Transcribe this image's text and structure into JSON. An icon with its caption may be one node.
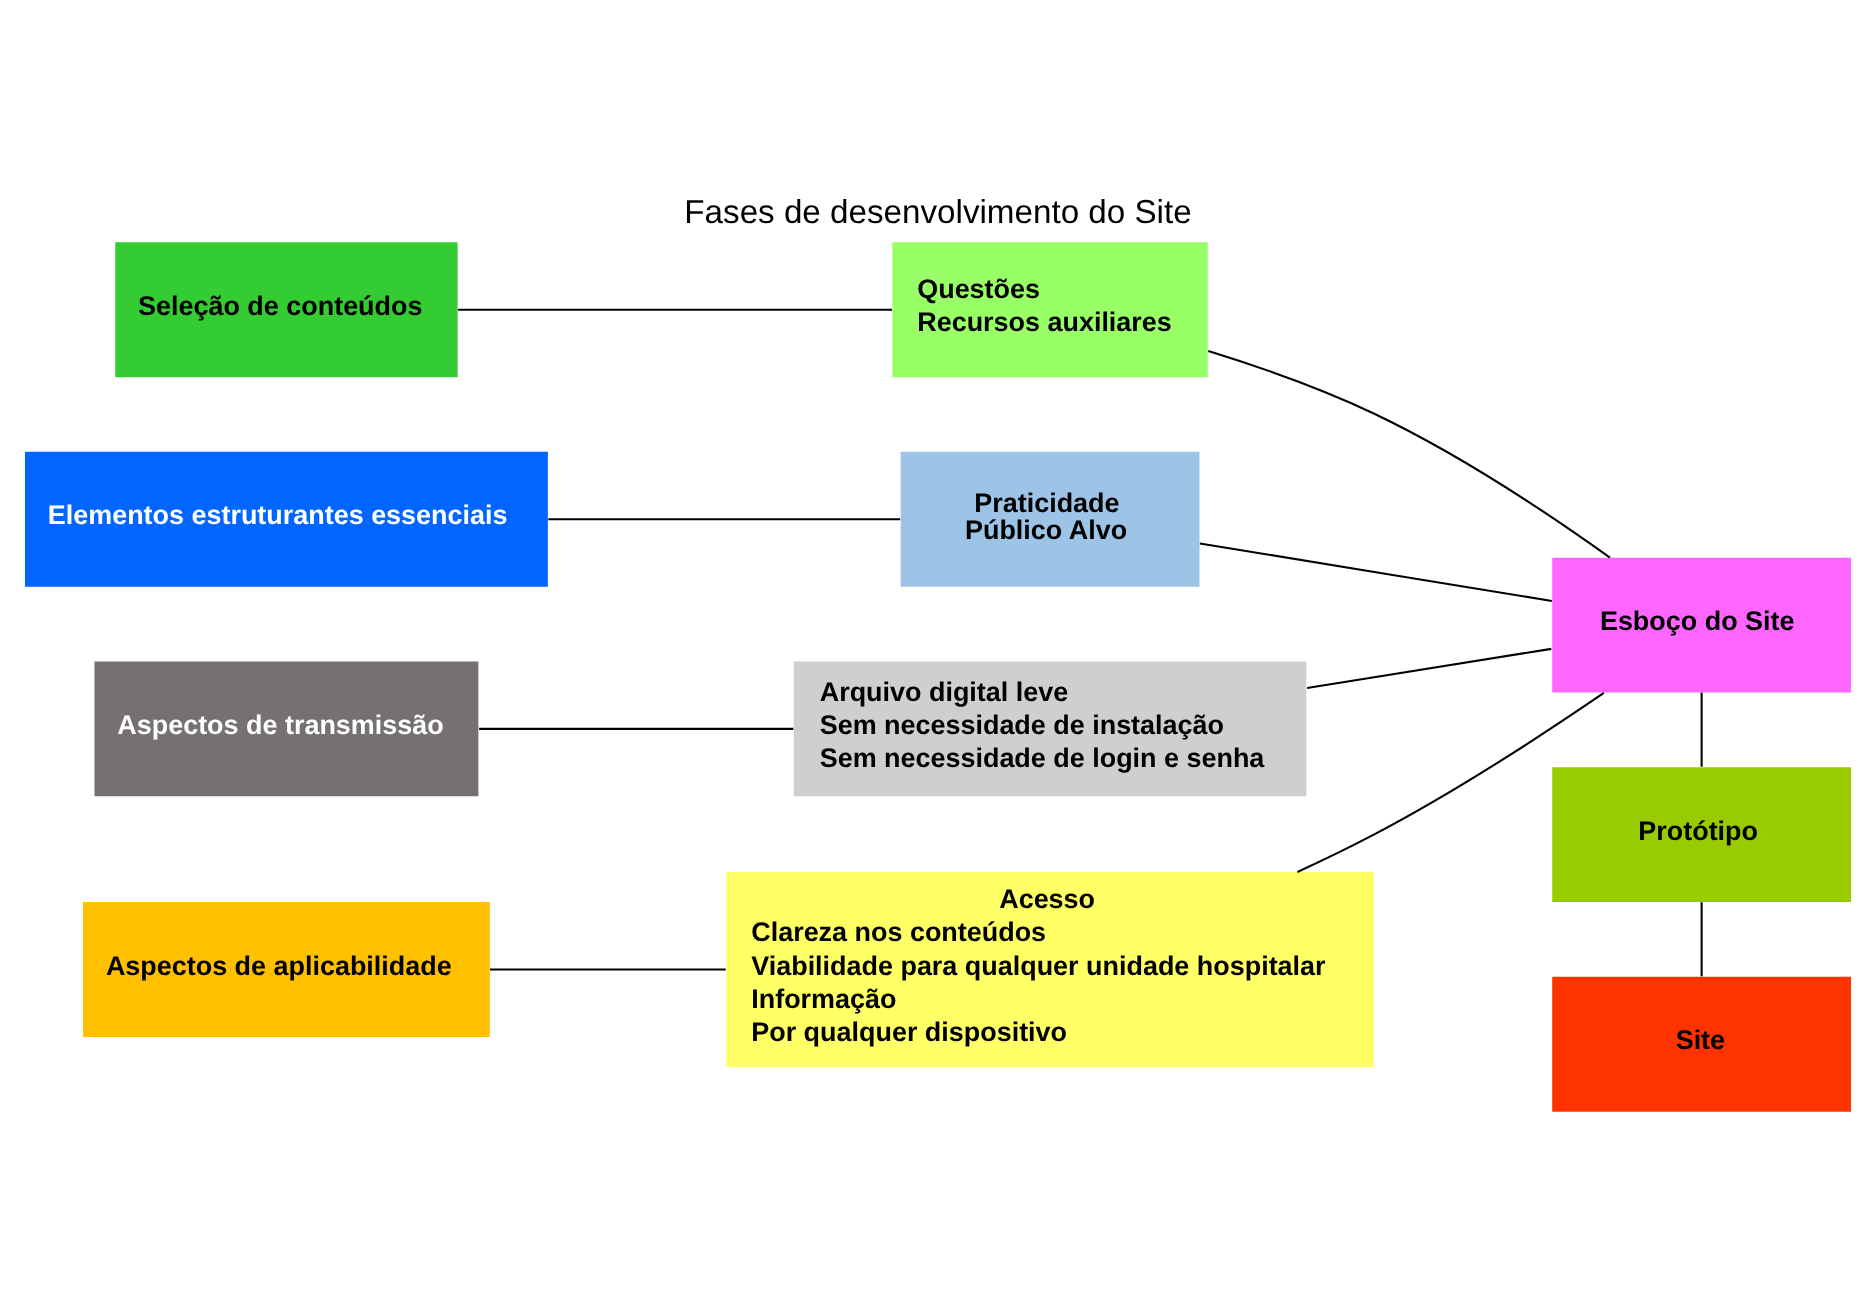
{
  "diagram": {
    "title": "Fases de desenvolvimento do Site",
    "nodes": [
      {
        "text": [
          "Seleção de conteúdos"
        ]
      },
      {
        "text": [
          "Questões",
          "Recursos auxiliares"
        ]
      },
      {
        "text": [
          "Esboço do Site"
        ]
      },
      {
        "text": [
          "Elementos estruturantes essenciais"
        ]
      },
      {
        "text": [
          "Praticidade",
          "Público Alvo"
        ]
      },
      {
        "text": [
          "Protótipo"
        ]
      },
      {
        "text": [
          "Aspectos de transmissão"
        ]
      },
      {
        "text": [
          "Arquivo digital leve",
          "Sem necessidade de instalação",
          "Sem necessidade de login e senha"
        ]
      },
      {
        "text": [
          "Site"
        ]
      },
      {
        "text": [
          "Aspectos de aplicabilidade"
        ]
      },
      {
        "text": [
          "Acesso",
          "Clareza nos conteúdos",
          "Viabilidade para qualquer unidade hospitalar",
          "Informação",
          "Por qualquer dispositivo"
        ]
      }
    ],
    "edges": [
      {
        "from": 0,
        "to": 1,
        "arrow": "none"
      },
      {
        "from": 1,
        "to": 2,
        "arrow": "none"
      },
      {
        "from": 3,
        "to": 4,
        "arrow": "none"
      },
      {
        "from": 4,
        "to": 2,
        "arrow": "none"
      },
      {
        "from": 6,
        "to": 7,
        "arrow": "none"
      },
      {
        "from": 7,
        "to": 2,
        "arrow": "none"
      },
      {
        "from": 9,
        "to": 10,
        "arrow": "none"
      },
      {
        "from": 10,
        "to": 2,
        "arrow": "none"
      },
      {
        "from": 2,
        "to": 5,
        "arrow": "none"
      },
      {
        "from": 5,
        "to": 8,
        "arrow": "none"
      }
    ]
  }
}
